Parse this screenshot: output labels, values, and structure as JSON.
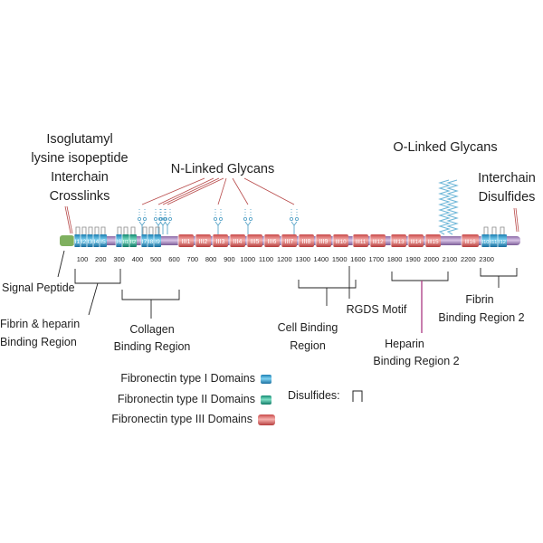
{
  "labels": {
    "isoglutamyl": [
      "Isoglutamyl",
      "lysine isopeptide",
      "Interchain",
      "Crosslinks"
    ],
    "n_linked": "N-Linked Glycans",
    "o_linked": "O-Linked Glycans",
    "interchain_disulfides": [
      "Interchain",
      "Disulfides"
    ],
    "signal_peptide": "Signal Peptide",
    "fibrin_heparin": [
      "Fibrin & heparin",
      "Binding Region"
    ],
    "collagen": [
      "Collagen",
      "Binding Region"
    ],
    "cell_binding": [
      "Cell Binding",
      "Region"
    ],
    "rgds": "RGDS Motif",
    "heparin2": [
      "Heparin",
      "Binding Region 2"
    ],
    "fibrin2": [
      "Fibrin",
      "Binding Region 2"
    ]
  },
  "scale_ticks": [
    "100",
    "200",
    "300",
    "400",
    "500",
    "600",
    "700",
    "800",
    "900",
    "1000",
    "1100",
    "1200",
    "1300",
    "1400",
    "1500",
    "1600",
    "1700",
    "1800",
    "1900",
    "2000",
    "2100",
    "2200",
    "2300"
  ],
  "domains": [
    {
      "label": "I1",
      "type": "I"
    },
    {
      "label": "I2",
      "type": "I"
    },
    {
      "label": "I3",
      "type": "I"
    },
    {
      "label": "I4",
      "type": "I"
    },
    {
      "label": "I5",
      "type": "I"
    },
    {
      "label": "I6",
      "type": "I"
    },
    {
      "label": "II1",
      "type": "II"
    },
    {
      "label": "II2",
      "type": "II"
    },
    {
      "label": "I7",
      "type": "I"
    },
    {
      "label": "I8",
      "type": "I"
    },
    {
      "label": "I9",
      "type": "I"
    },
    {
      "label": "III1",
      "type": "III"
    },
    {
      "label": "III2",
      "type": "III"
    },
    {
      "label": "III3",
      "type": "III"
    },
    {
      "label": "III4",
      "type": "III"
    },
    {
      "label": "III5",
      "type": "III"
    },
    {
      "label": "III6",
      "type": "III"
    },
    {
      "label": "III7",
      "type": "III"
    },
    {
      "label": "III8",
      "type": "III"
    },
    {
      "label": "III9",
      "type": "III"
    },
    {
      "label": "III10",
      "type": "III"
    },
    {
      "label": "III11",
      "type": "III"
    },
    {
      "label": "III12",
      "type": "III"
    },
    {
      "label": "III13",
      "type": "III"
    },
    {
      "label": "III14",
      "type": "III"
    },
    {
      "label": "III15",
      "type": "III"
    },
    {
      "label": "III16",
      "type": "III"
    },
    {
      "label": "I10",
      "type": "I"
    },
    {
      "label": "I11",
      "type": "I"
    },
    {
      "label": "I12",
      "type": "I"
    }
  ],
  "legend": [
    {
      "label": "Fibronectin type I Domains",
      "color": "#3fb1dc"
    },
    {
      "label": "Fibronectin type II Domains",
      "color": "#2db39a"
    },
    {
      "label": "Fibronectin type III Domains",
      "color": "#e8706f"
    }
  ],
  "disulfides_label": "Disulfides:",
  "colors": {
    "type_I": "#3fb1dc",
    "type_II": "#2db39a",
    "type_III": "#e8706f",
    "connector": "#b08ec4",
    "glycan": "#6fb7d8",
    "bracket": "#222222",
    "magenta": "#b0468b"
  }
}
